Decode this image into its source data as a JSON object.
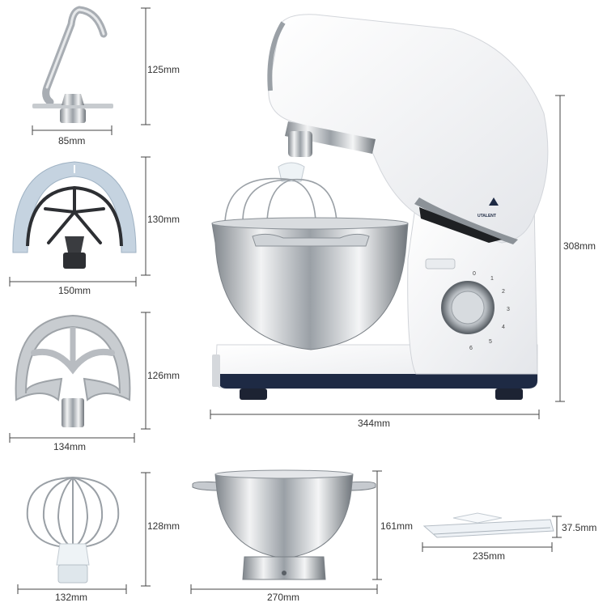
{
  "dimensions": {
    "dough_hook_height": "125mm",
    "dough_hook_width": "85mm",
    "flex_beater_height": "130mm",
    "flex_beater_width": "150mm",
    "flat_beater_height": "126mm",
    "flat_beater_width": "134mm",
    "whisk_height": "128mm",
    "whisk_width": "132mm",
    "mixer_height": "308mm",
    "mixer_width": "344mm",
    "bowl_height": "161mm",
    "bowl_width": "270mm",
    "splash_guard_height": "37.5mm",
    "splash_guard_width": "235mm"
  },
  "mixer": {
    "brand": "UTALENT",
    "speed_marks": [
      "0",
      "1",
      "2",
      "3",
      "4",
      "5",
      "6"
    ]
  },
  "colors": {
    "body": "#f7f7f8",
    "base": "#1e2a44",
    "steel_light": "#eceef0",
    "steel_dark": "#8e949a",
    "flex_edge": "#c5d3e0"
  }
}
